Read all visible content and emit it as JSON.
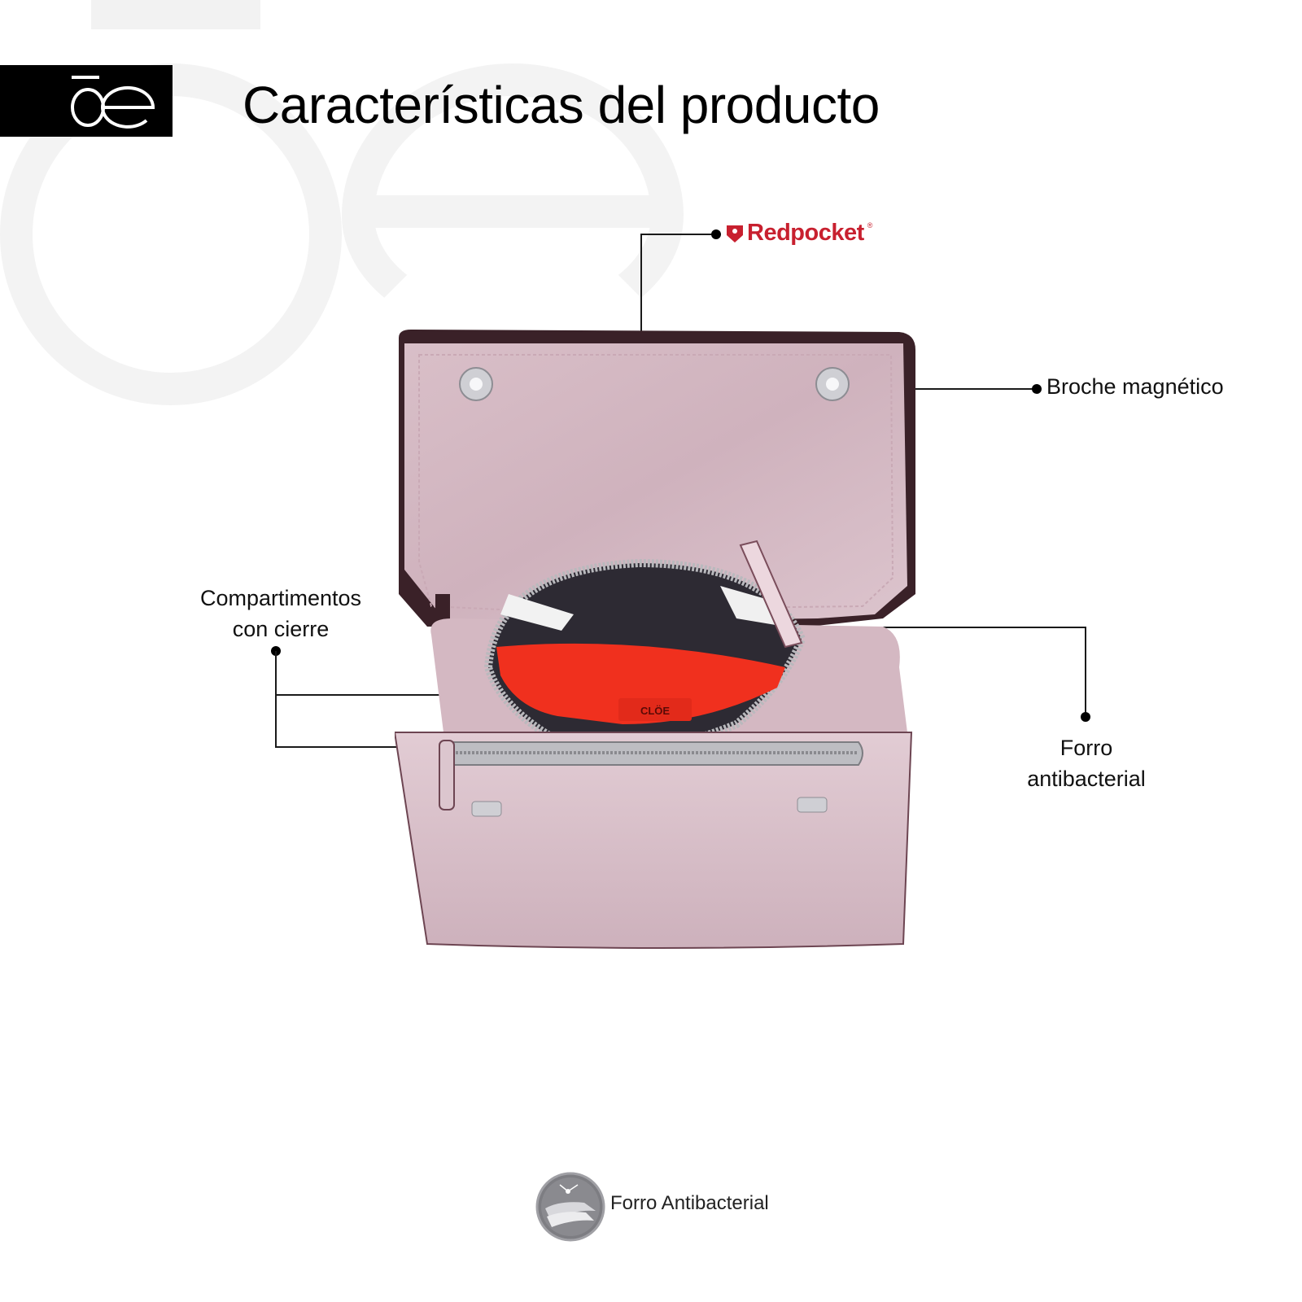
{
  "header": {
    "brand_logo": "oe-logo",
    "title": "Características del producto"
  },
  "callouts": {
    "redpocket": {
      "brand": "Redpocket",
      "registered_mark": "®",
      "icon": "shield-icon"
    },
    "magnetic_clasp": {
      "label": "Broche magnético"
    },
    "zip_compartments": {
      "line1": "Compartimentos",
      "line2": "con cierre"
    },
    "lining": {
      "line1": "Forro",
      "line2": "antibacterial"
    }
  },
  "product": {
    "image": "open pink crossbody bag with red inner pocket",
    "inner_tag": "CLÖE"
  },
  "footer": {
    "icon": "antibacterial-lining-icon",
    "label": "Forro Antibacterial"
  },
  "colors": {
    "brand_black": "#000000",
    "redpocket_red": "#c8202f",
    "bag_pink": "#d8bcc6",
    "pocket_red": "#f0301e",
    "watermark_gray": "#f3f3f3"
  }
}
